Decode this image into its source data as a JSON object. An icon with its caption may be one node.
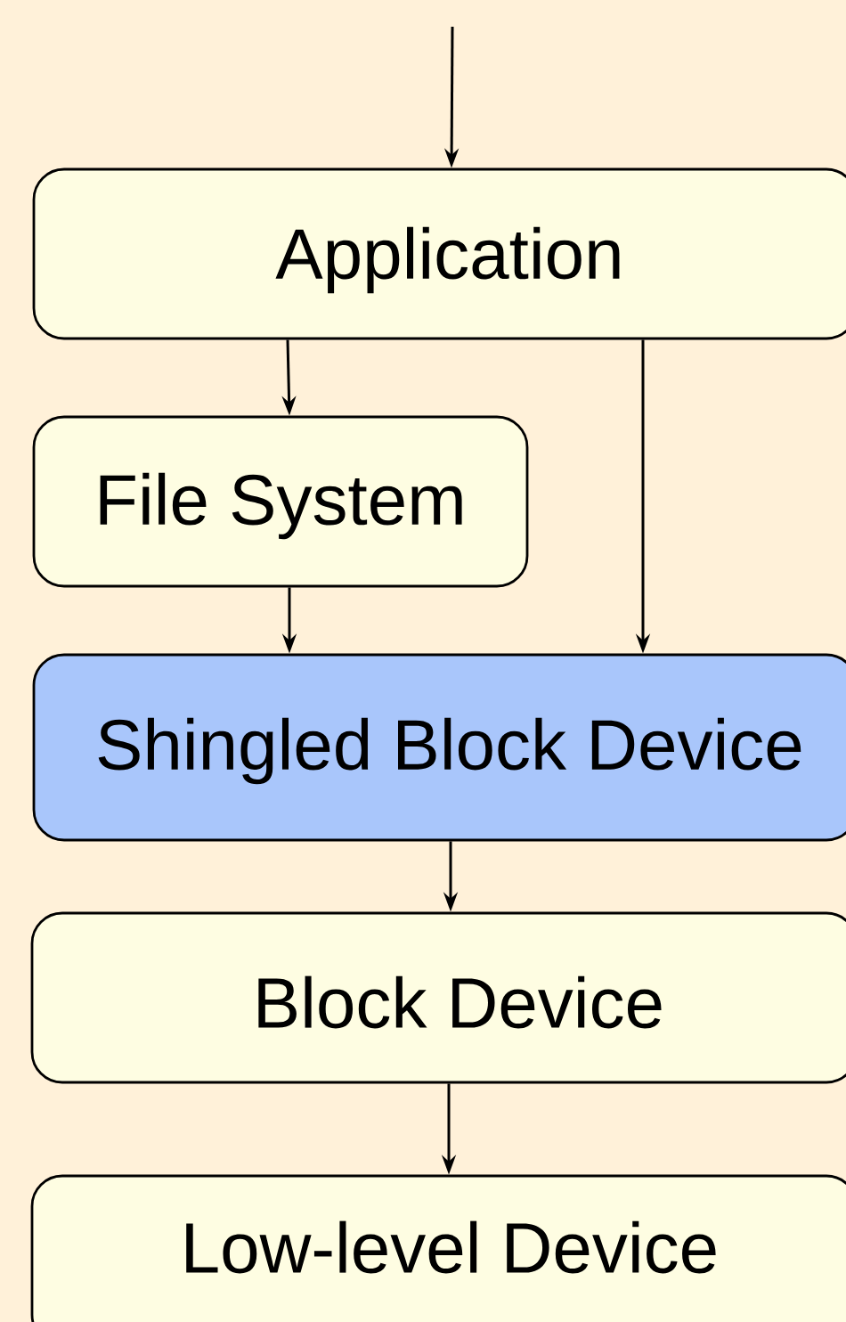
{
  "diagram": {
    "nodes": [
      {
        "text": [
          "Application"
        ]
      },
      {
        "text": [
          "File System"
        ]
      },
      {
        "text": [
          "Shingled Block Device"
        ]
      },
      {
        "text": [
          "Block Device"
        ]
      },
      {
        "text": [
          "Low-level Device"
        ]
      }
    ],
    "edges": [
      {
        "from": null,
        "to": 0,
        "arrow": "to"
      },
      {
        "from": 0,
        "to": 1,
        "arrow": "to"
      },
      {
        "from": 0,
        "to": 2,
        "arrow": "to"
      },
      {
        "from": 1,
        "to": 2,
        "arrow": "to"
      },
      {
        "from": 2,
        "to": 3,
        "arrow": "to"
      },
      {
        "from": 3,
        "to": 4,
        "arrow": "to"
      }
    ]
  }
}
